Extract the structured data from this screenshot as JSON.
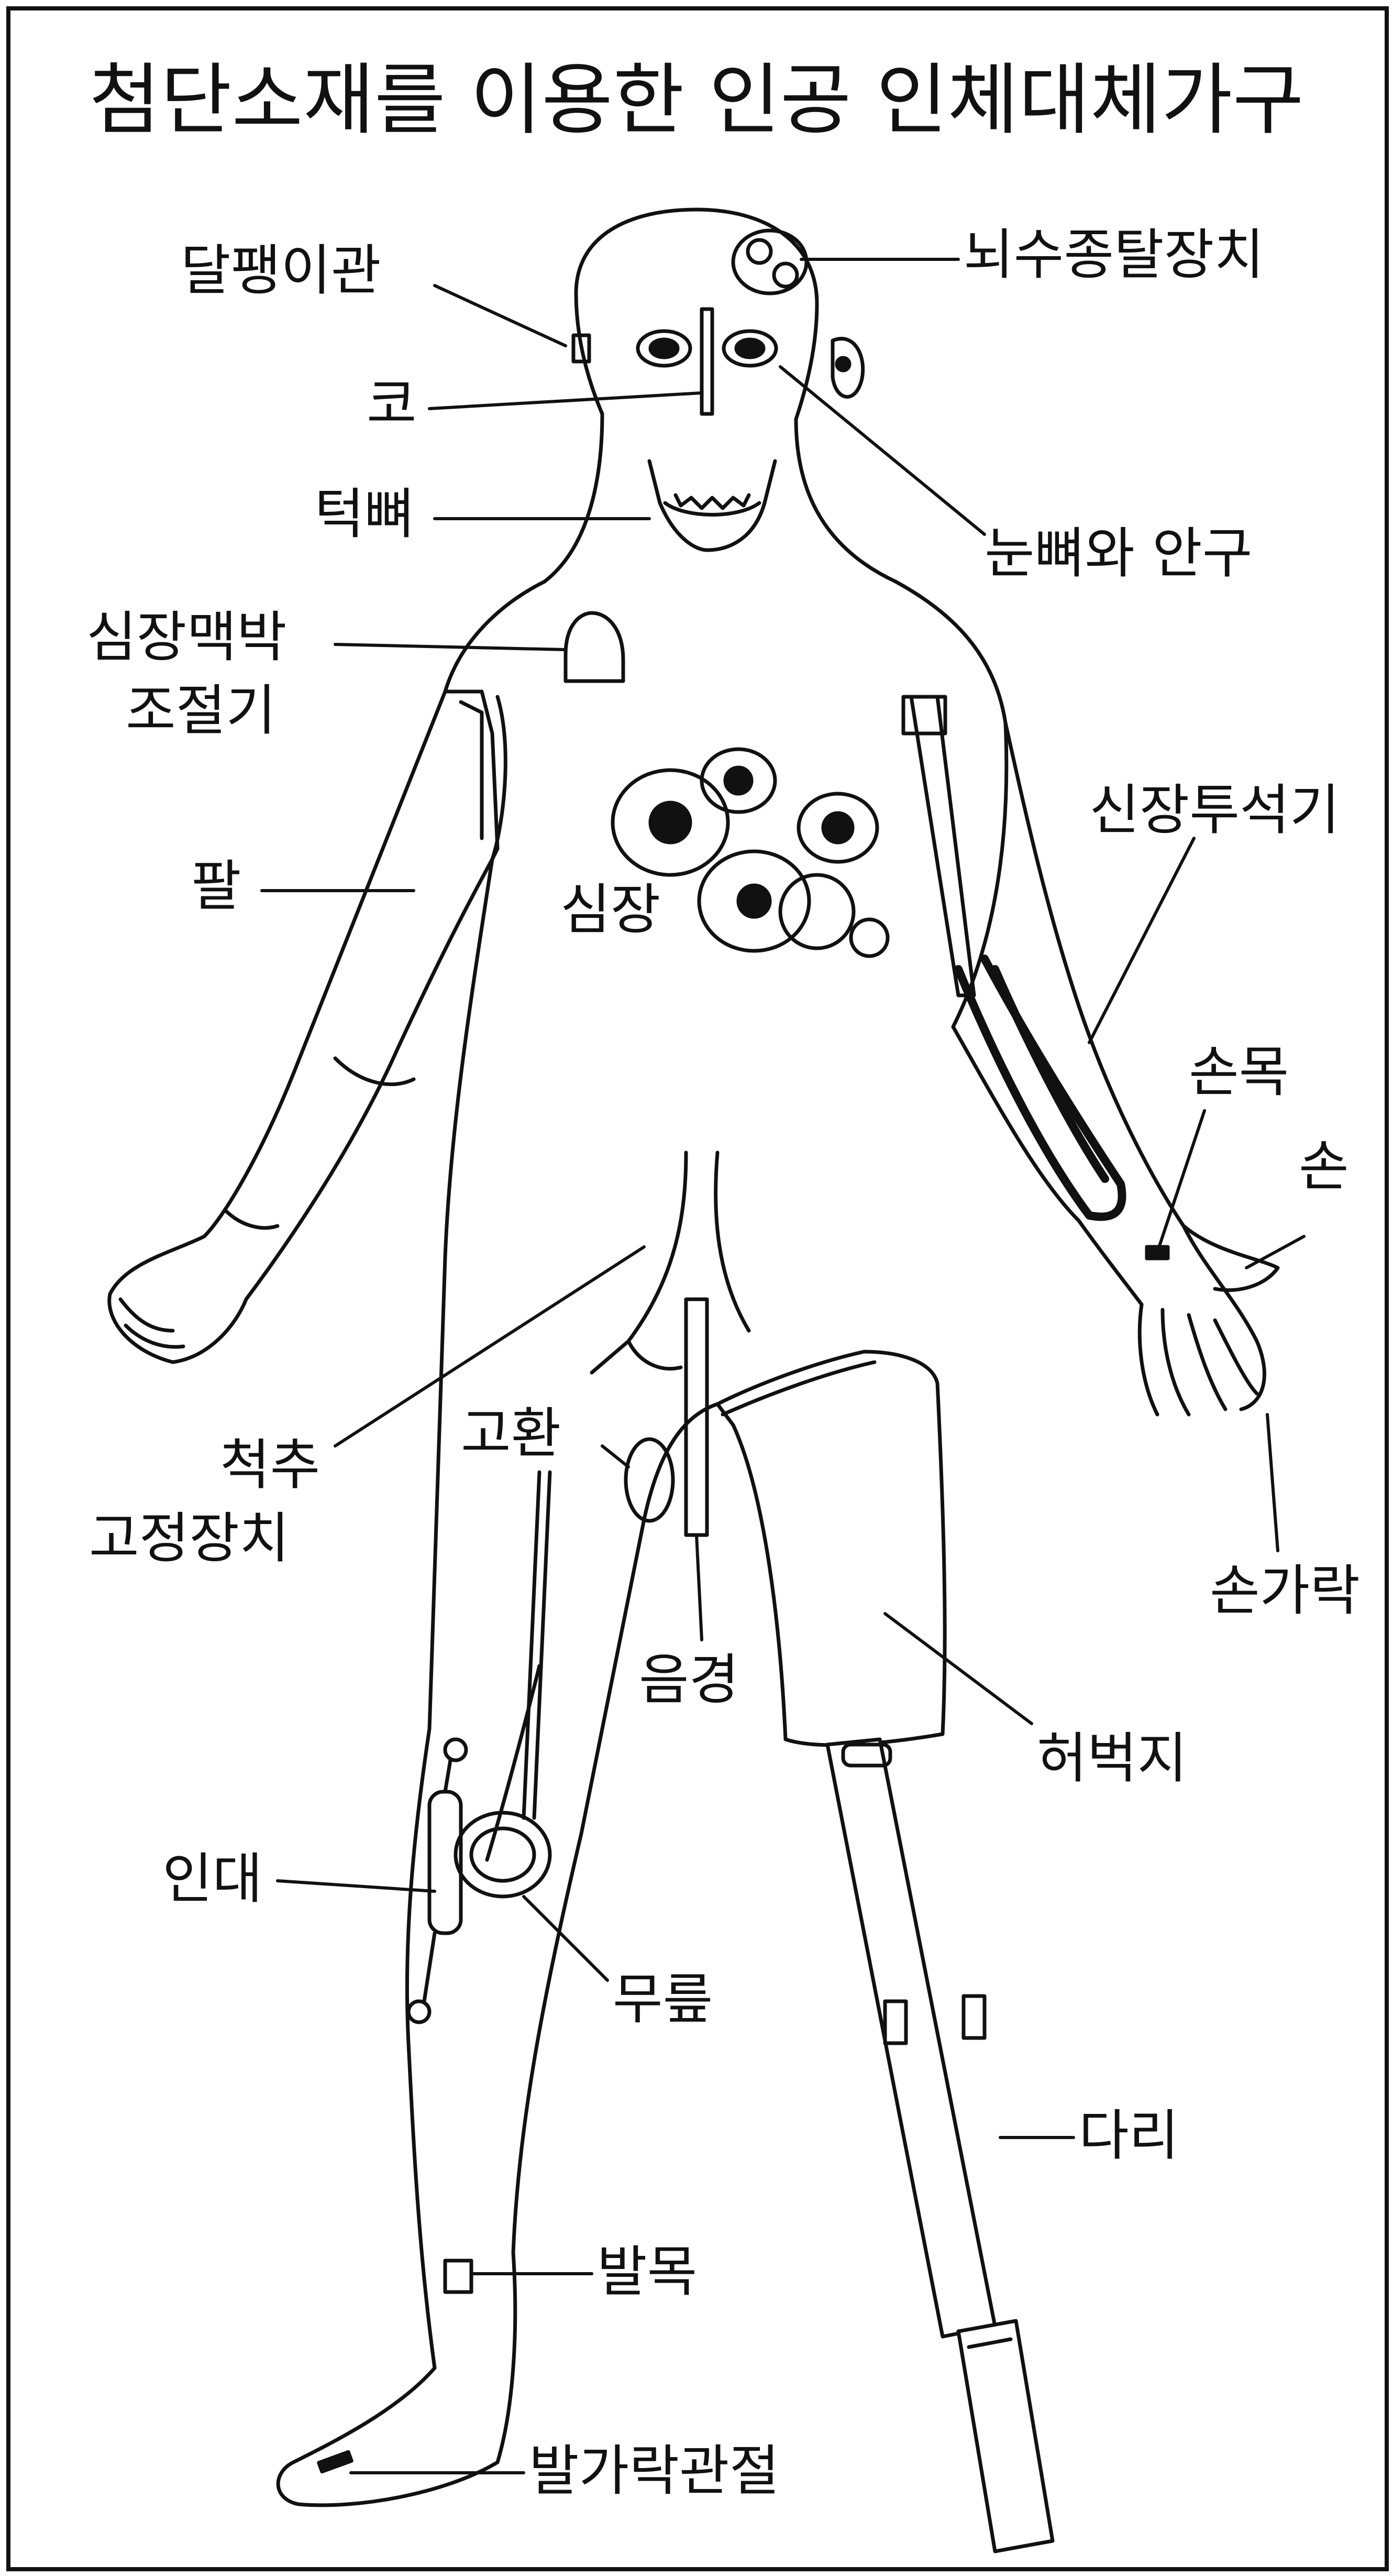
{
  "title": "첨단소재를 이용한 인공 인체대체가구",
  "labels": {
    "cochlea": "달팽이관",
    "nose": "코",
    "jaw": "턱뼈",
    "pacemaker_line1": "심장맥박",
    "pacemaker_line2": "조절기",
    "arm": "팔",
    "heart": "심장",
    "brain_shunt": "뇌수종탈장치",
    "eye_socket": "눈뼈와 안구",
    "dialysis": "신장투석기",
    "wrist": "손목",
    "hand": "손",
    "finger": "손가락",
    "spine_line1": "척추",
    "spine_line2": "고정장치",
    "testis": "고환",
    "penis": "음경",
    "thigh": "허벅지",
    "ligament": "인대",
    "knee": "무릎",
    "leg": "다리",
    "ankle": "발목",
    "toe_joint": "발가락관절"
  },
  "colors": {
    "ink": "#111111",
    "paper": "#ffffff"
  }
}
